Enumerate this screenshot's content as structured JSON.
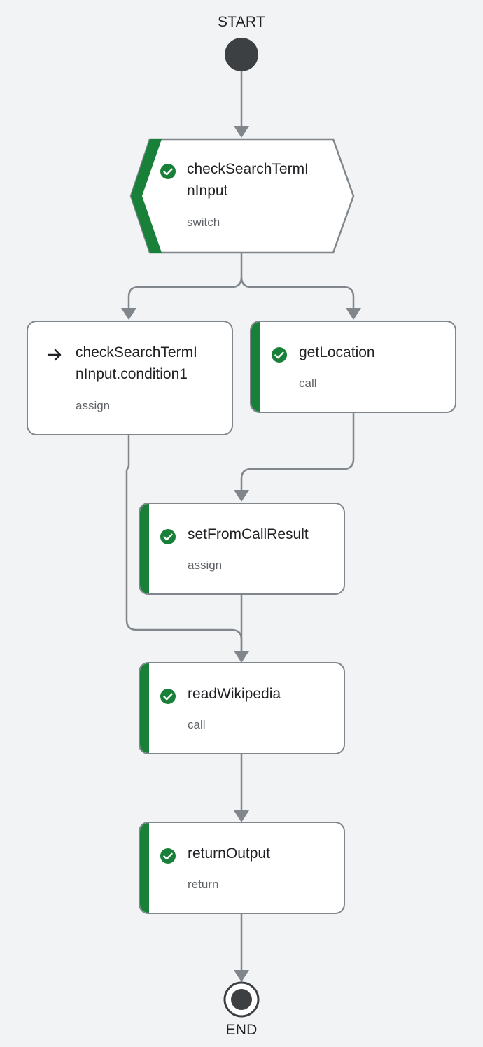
{
  "start_label": "START",
  "end_label": "END",
  "colors": {
    "background": "#f1f3f4",
    "edge": "#80868b",
    "success": "#188038",
    "terminal": "#3c4043"
  },
  "nodes": {
    "checkSearchTermInInput": {
      "title_line1": "checkSearchTermI",
      "title_line2": "nInput",
      "type": "switch",
      "status": "succeeded",
      "icon": "check-circle-icon"
    },
    "condition1": {
      "title_line1": "checkSearchTermI",
      "title_line2": "nInput.condition1",
      "type": "assign",
      "status": "condition",
      "icon": "arrow-right-icon"
    },
    "getLocation": {
      "title": "getLocation",
      "type": "call",
      "status": "succeeded",
      "icon": "check-circle-icon"
    },
    "setFromCallResult": {
      "title": "setFromCallResult",
      "type": "assign",
      "status": "succeeded",
      "icon": "check-circle-icon"
    },
    "readWikipedia": {
      "title": "readWikipedia",
      "type": "call",
      "status": "succeeded",
      "icon": "check-circle-icon"
    },
    "returnOutput": {
      "title": "returnOutput",
      "type": "return",
      "status": "succeeded",
      "icon": "check-circle-icon"
    }
  }
}
